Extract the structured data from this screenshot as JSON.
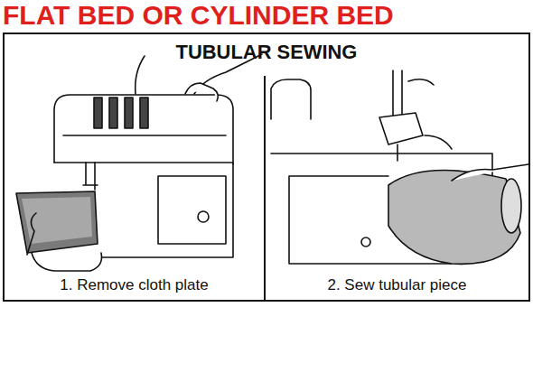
{
  "diagram": {
    "title": "FLAT BED OR CYLINDER BED",
    "nodes": [
      {
        "text": [
          "TUBULAR SEWING"
        ]
      },
      {
        "text": [
          "1. Remove cloth plate"
        ],
        "in": 0
      },
      {
        "text": [
          "2. Sew tubular piece"
        ],
        "in": 0
      }
    ]
  }
}
